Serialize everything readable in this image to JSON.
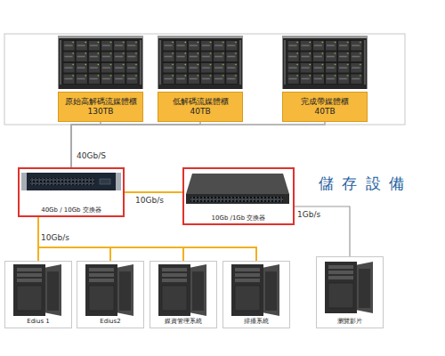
{
  "diagram": {
    "nodes": [
      {
        "text": [
          "原始高解碼流媒體櫃",
          "130TB"
        ]
      },
      {
        "text": [
          "低解碼流媒體櫃",
          "40TB"
        ]
      },
      {
        "text": [
          "完成帶媒體櫃",
          "40TB"
        ]
      },
      {
        "text": [
          "40Gb / 10Gb 交換器"
        ]
      },
      {
        "text": [
          "10Gb /1Gb 交換器"
        ]
      },
      {
        "text": [
          "Edius 1"
        ]
      },
      {
        "text": [
          "Edius2"
        ]
      },
      {
        "text": [
          "媒資管理系統"
        ]
      },
      {
        "text": [
          "排播系統"
        ]
      },
      {
        "text": [
          "瀏覽影片"
        ]
      }
    ],
    "edges": [
      {
        "from": 0,
        "to": 3,
        "label": "40Gb/S",
        "arrow": "none"
      },
      {
        "from": 1,
        "to": 3,
        "arrow": "none"
      },
      {
        "from": 2,
        "to": 3,
        "arrow": "none"
      },
      {
        "from": 3,
        "to": 4,
        "label": "10Gb/s",
        "arrow": "none"
      },
      {
        "from": 3,
        "to": 5,
        "label": "10Gb/s",
        "arrow": "none"
      },
      {
        "from": 3,
        "to": 6,
        "arrow": "none"
      },
      {
        "from": 3,
        "to": 7,
        "arrow": "none"
      },
      {
        "from": 3,
        "to": 8,
        "arrow": "none"
      },
      {
        "from": 4,
        "to": 9,
        "label": "1Gb/s",
        "arrow": "none"
      }
    ],
    "labels": [
      "儲 存 設 備"
    ]
  }
}
